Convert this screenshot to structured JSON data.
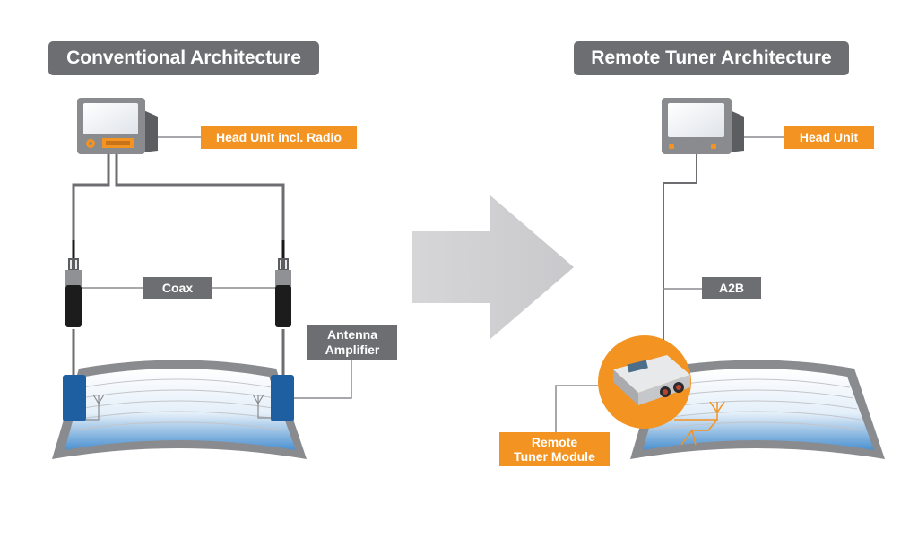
{
  "left": {
    "title": "Conventional Architecture",
    "head_unit_label": "Head Unit incl. Radio",
    "coax_label": "Coax",
    "amplifier_label": "Antenna\nAmplifier"
  },
  "right": {
    "title": "Remote Tuner Architecture",
    "head_unit_label": "Head Unit",
    "bus_label": "A2B",
    "module_label": "Remote\nTuner Module"
  },
  "colors": {
    "orange": "#f39322",
    "label_gray": "#6d6e72",
    "wire": "#6d6e72",
    "amplifier_blue": "#1d5fa0",
    "arrow": "#d0d0d2",
    "glass_blue": "#4a90d0"
  }
}
